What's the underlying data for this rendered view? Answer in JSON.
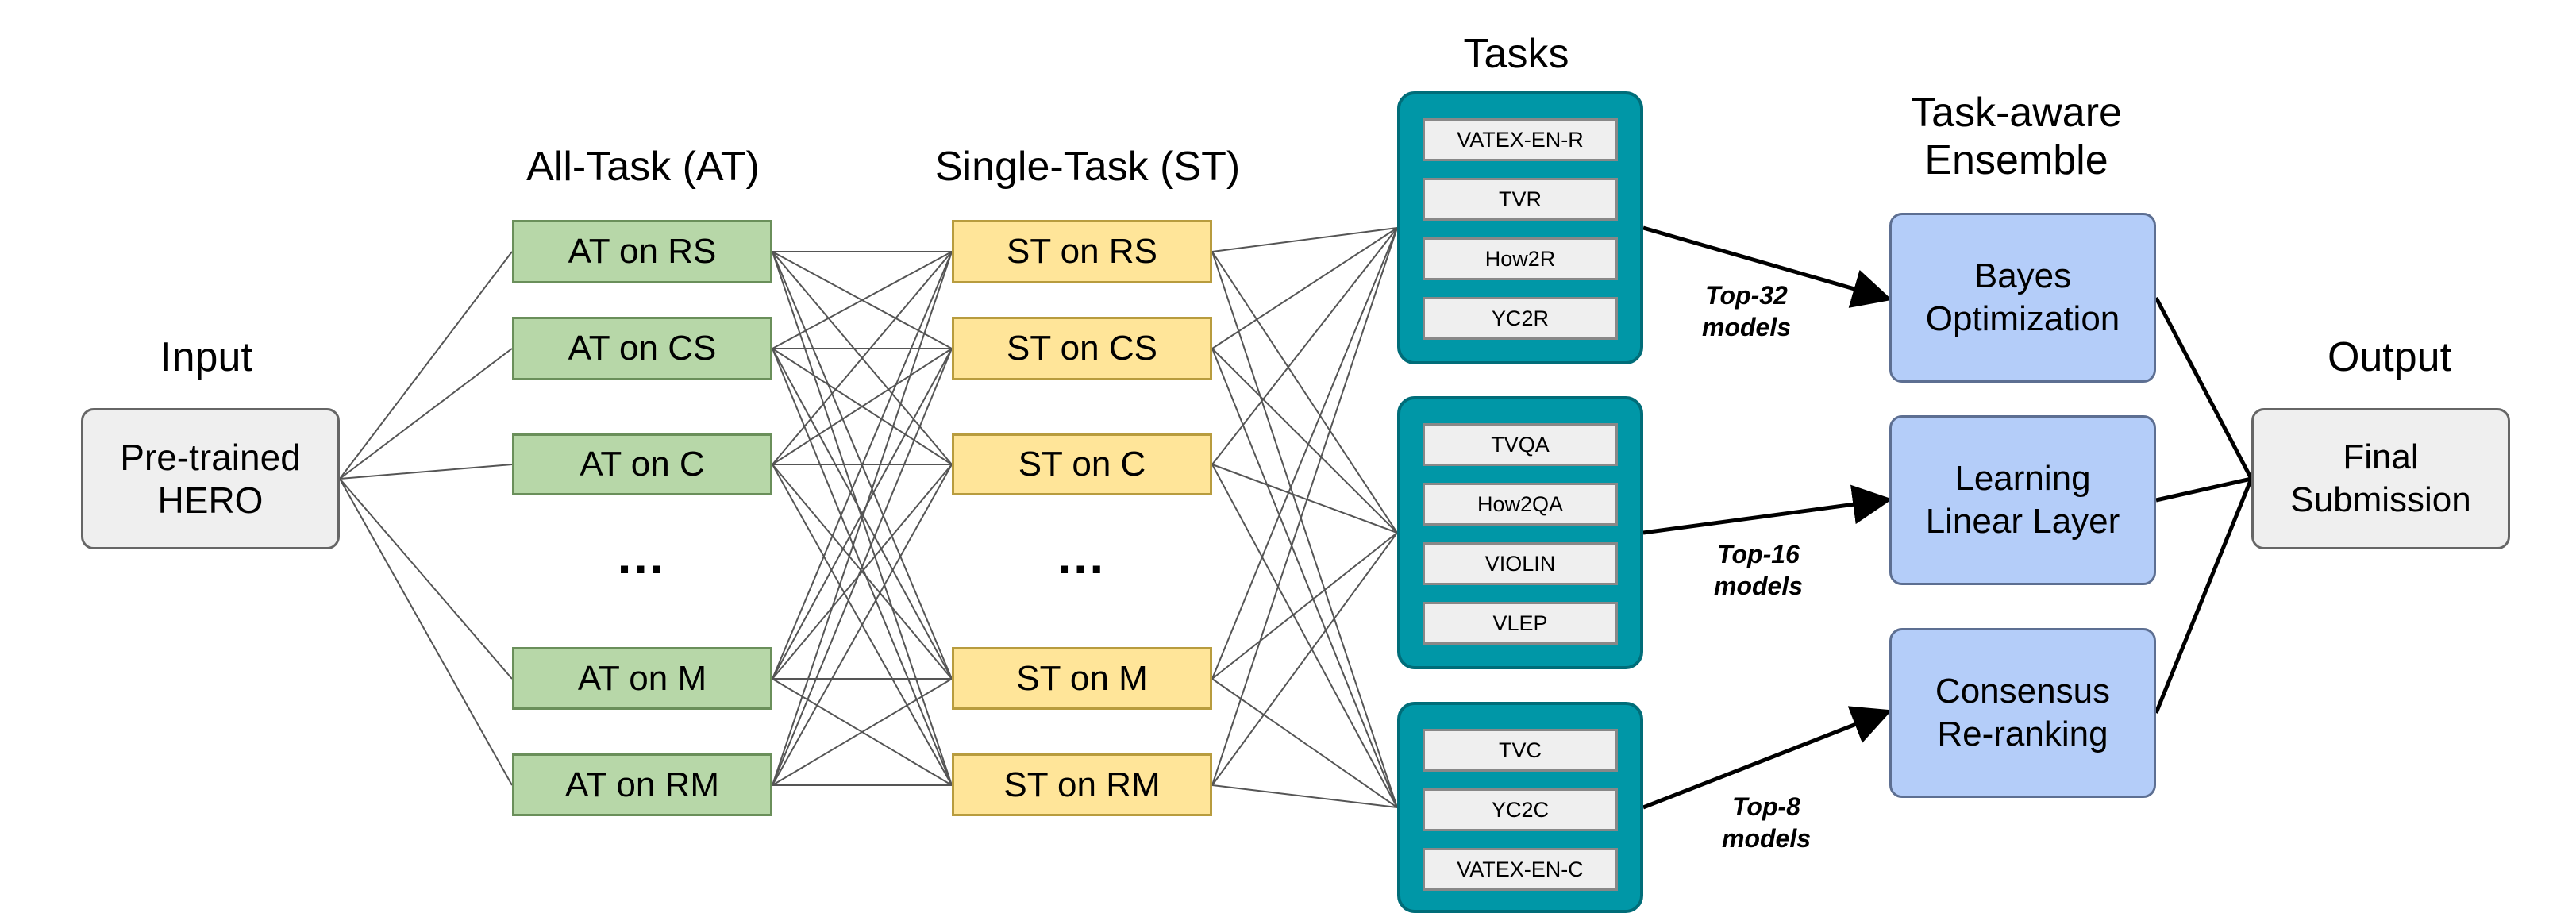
{
  "headings": {
    "input": "Input",
    "all_task": "All-Task (AT)",
    "single_task": "Single-Task (ST)",
    "tasks": "Tasks",
    "ensemble": "Task-aware\nEnsemble",
    "output": "Output"
  },
  "input_box": "Pre-trained\nHERO",
  "at_nodes": [
    "AT on RS",
    "AT on CS",
    "AT on C",
    "AT on M",
    "AT on RM"
  ],
  "st_nodes": [
    "ST on RS",
    "ST on CS",
    "ST on C",
    "ST on M",
    "ST on RM"
  ],
  "ellipsis": "…",
  "task_groups": [
    [
      "VATEX-EN-R",
      "TVR",
      "How2R",
      "YC2R"
    ],
    [
      "TVQA",
      "How2QA",
      "VIOLIN",
      "VLEP"
    ],
    [
      "TVC",
      "YC2C",
      "VATEX-EN-C"
    ]
  ],
  "top_labels": [
    "Top-32\nmodels",
    "Top-16\nmodels",
    "Top-8\nmodels"
  ],
  "ensembles": [
    "Bayes\nOptimization",
    "Learning\nLinear Layer",
    "Consensus\nRe-ranking"
  ],
  "output_box": "Final\nSubmission",
  "colors": {
    "at_fill": "#b7d7a8",
    "st_fill": "#ffe599",
    "task_group_fill": "#0097a7",
    "ensemble_fill": "#b4cdf9",
    "neutral_fill": "#efefef"
  }
}
